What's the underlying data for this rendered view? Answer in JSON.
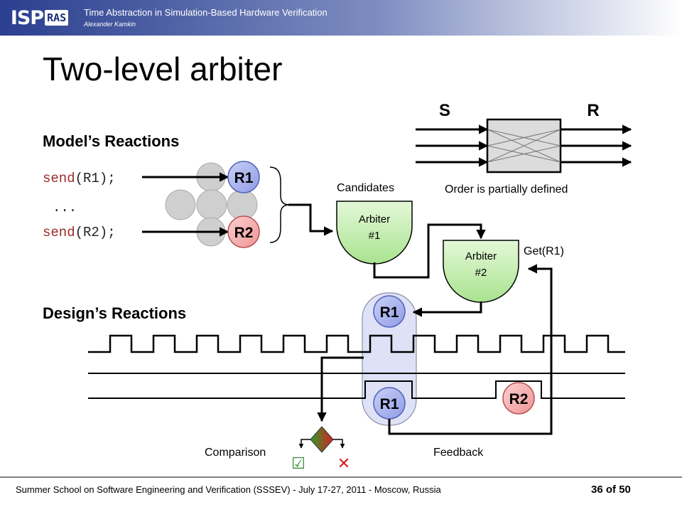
{
  "header": {
    "logo_primary": "ISP",
    "logo_secondary": "RAS",
    "title": "Time Abstraction in Simulation-Based Hardware Verification",
    "author": "Alexander Kamkin"
  },
  "slide": {
    "title": "Two-level arbiter",
    "models_heading": "Model’s Reactions",
    "designs_heading": "Design’s Reactions",
    "code_keyword": "send",
    "code_line1_args": "(R1);",
    "code_ellipsis": "...",
    "code_line3_args": "(R2);",
    "candidates_label": "Candidates",
    "order_label": "Order is partially defined",
    "switch_left_label": "S",
    "switch_right_label": "R",
    "arbiter1_name": "Arbiter",
    "arbiter1_num": "#1",
    "arbiter2_name": "Arbiter",
    "arbiter2_num": "#2",
    "get_label": "Get(R1)",
    "model_r1": "R1",
    "model_r2": "R2",
    "design_r1_top": "R1",
    "design_r1_bottom": "R1",
    "design_r2": "R2",
    "comparison_label": "Comparison",
    "feedback_label": "Feedback",
    "check_glyph": "☑",
    "cross_glyph": "✕"
  },
  "footer": {
    "text": "Summer School on Software Engineering and Verification (SSSEV) - July 17-27, 2011 - Moscow, Russia",
    "page_current": "36",
    "page_sep": "of",
    "page_total": "50"
  },
  "colors": {
    "header_dark": "#2a3f8f",
    "r1_fill": "#a9b4ee",
    "r2_fill": "#f7b1b1",
    "arbiter_fill": "#c7efb4",
    "highlight_fill": "#dfe2f7"
  }
}
